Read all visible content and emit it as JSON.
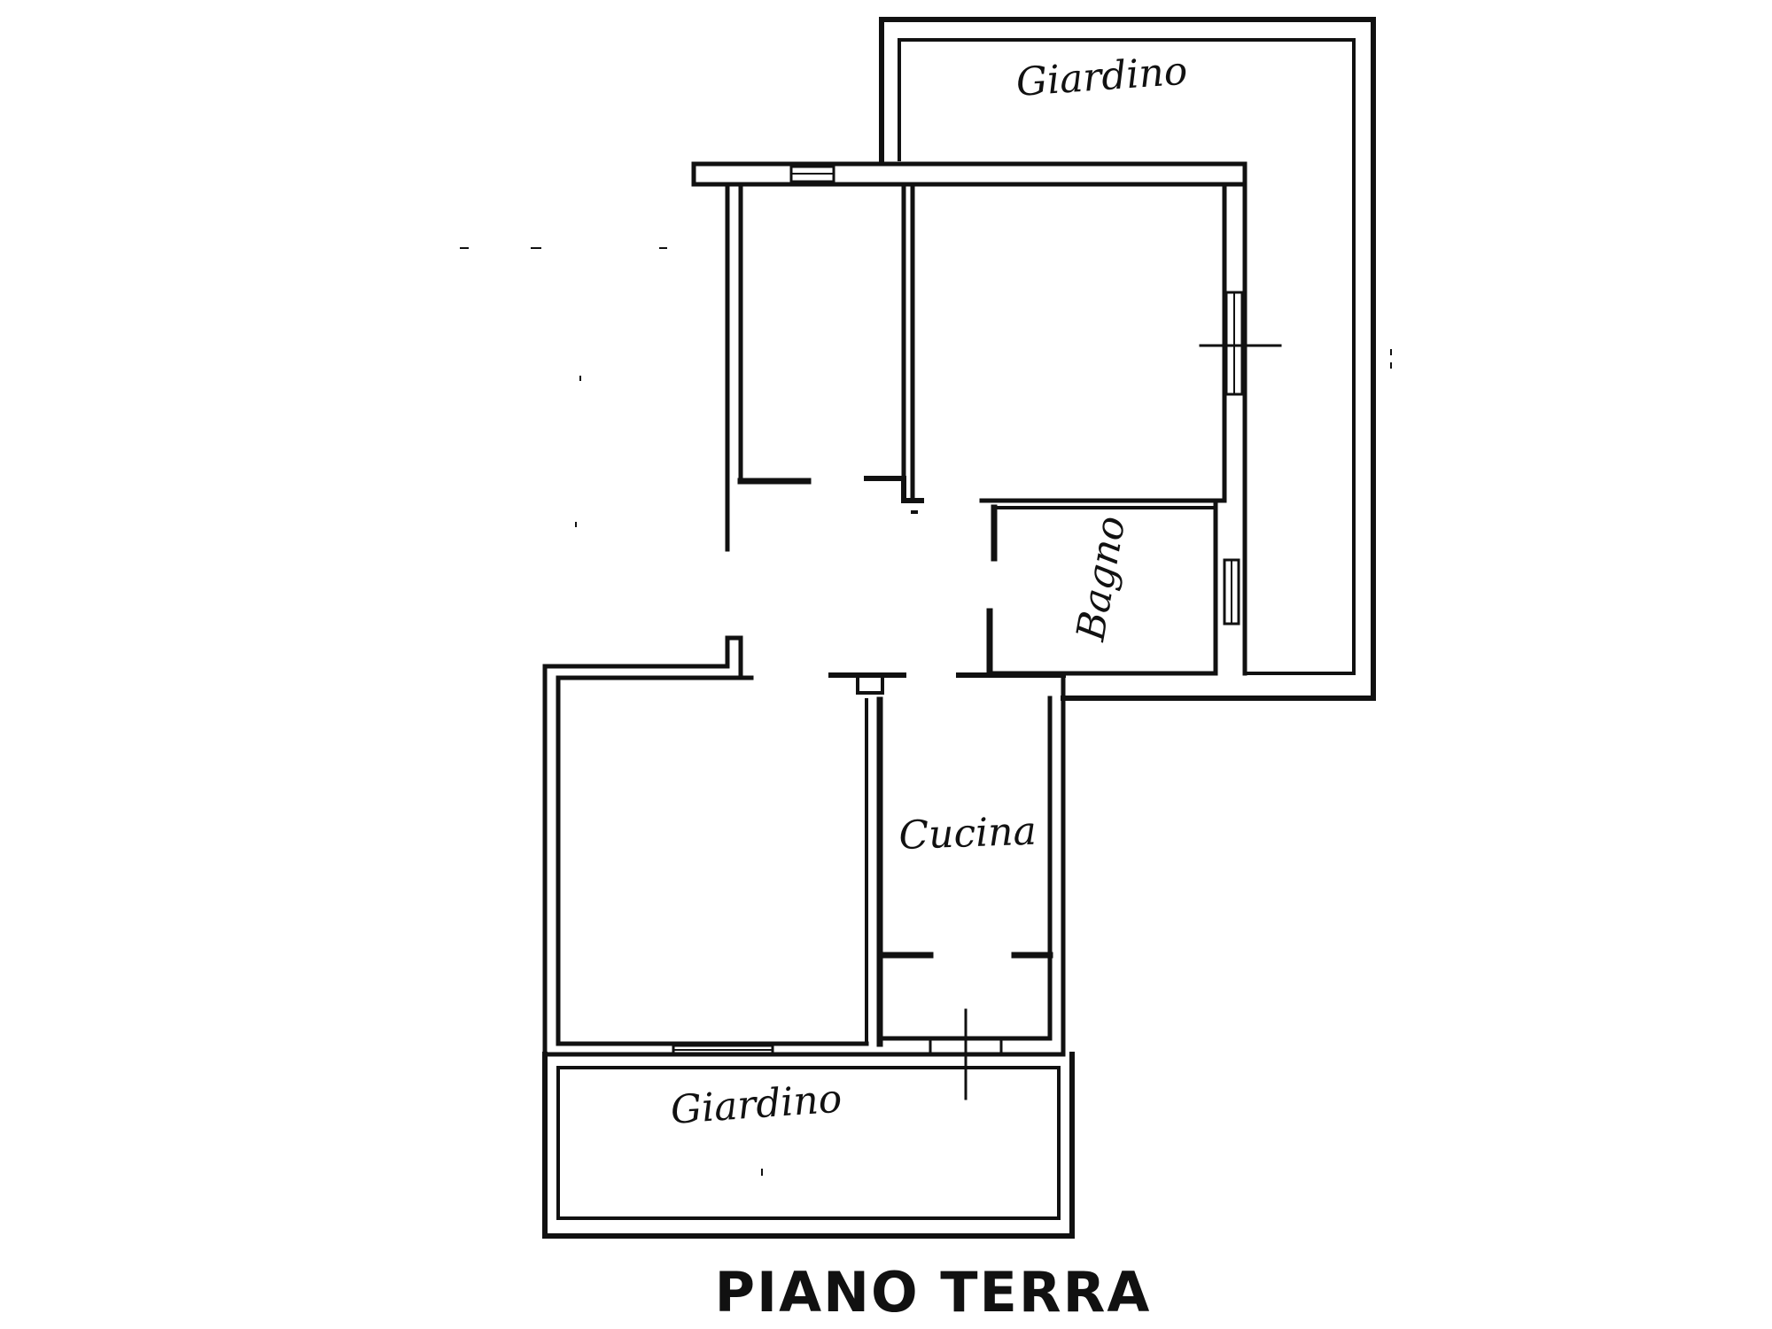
{
  "plan": {
    "title": "PIANO TERRA",
    "rooms": {
      "garden_top": "Giardino",
      "bathroom": "Bagno",
      "kitchen": "Cucina",
      "garden_bottom": "Giardino"
    }
  },
  "colors": {
    "ink": "#111111",
    "paper": "#ffffff"
  }
}
